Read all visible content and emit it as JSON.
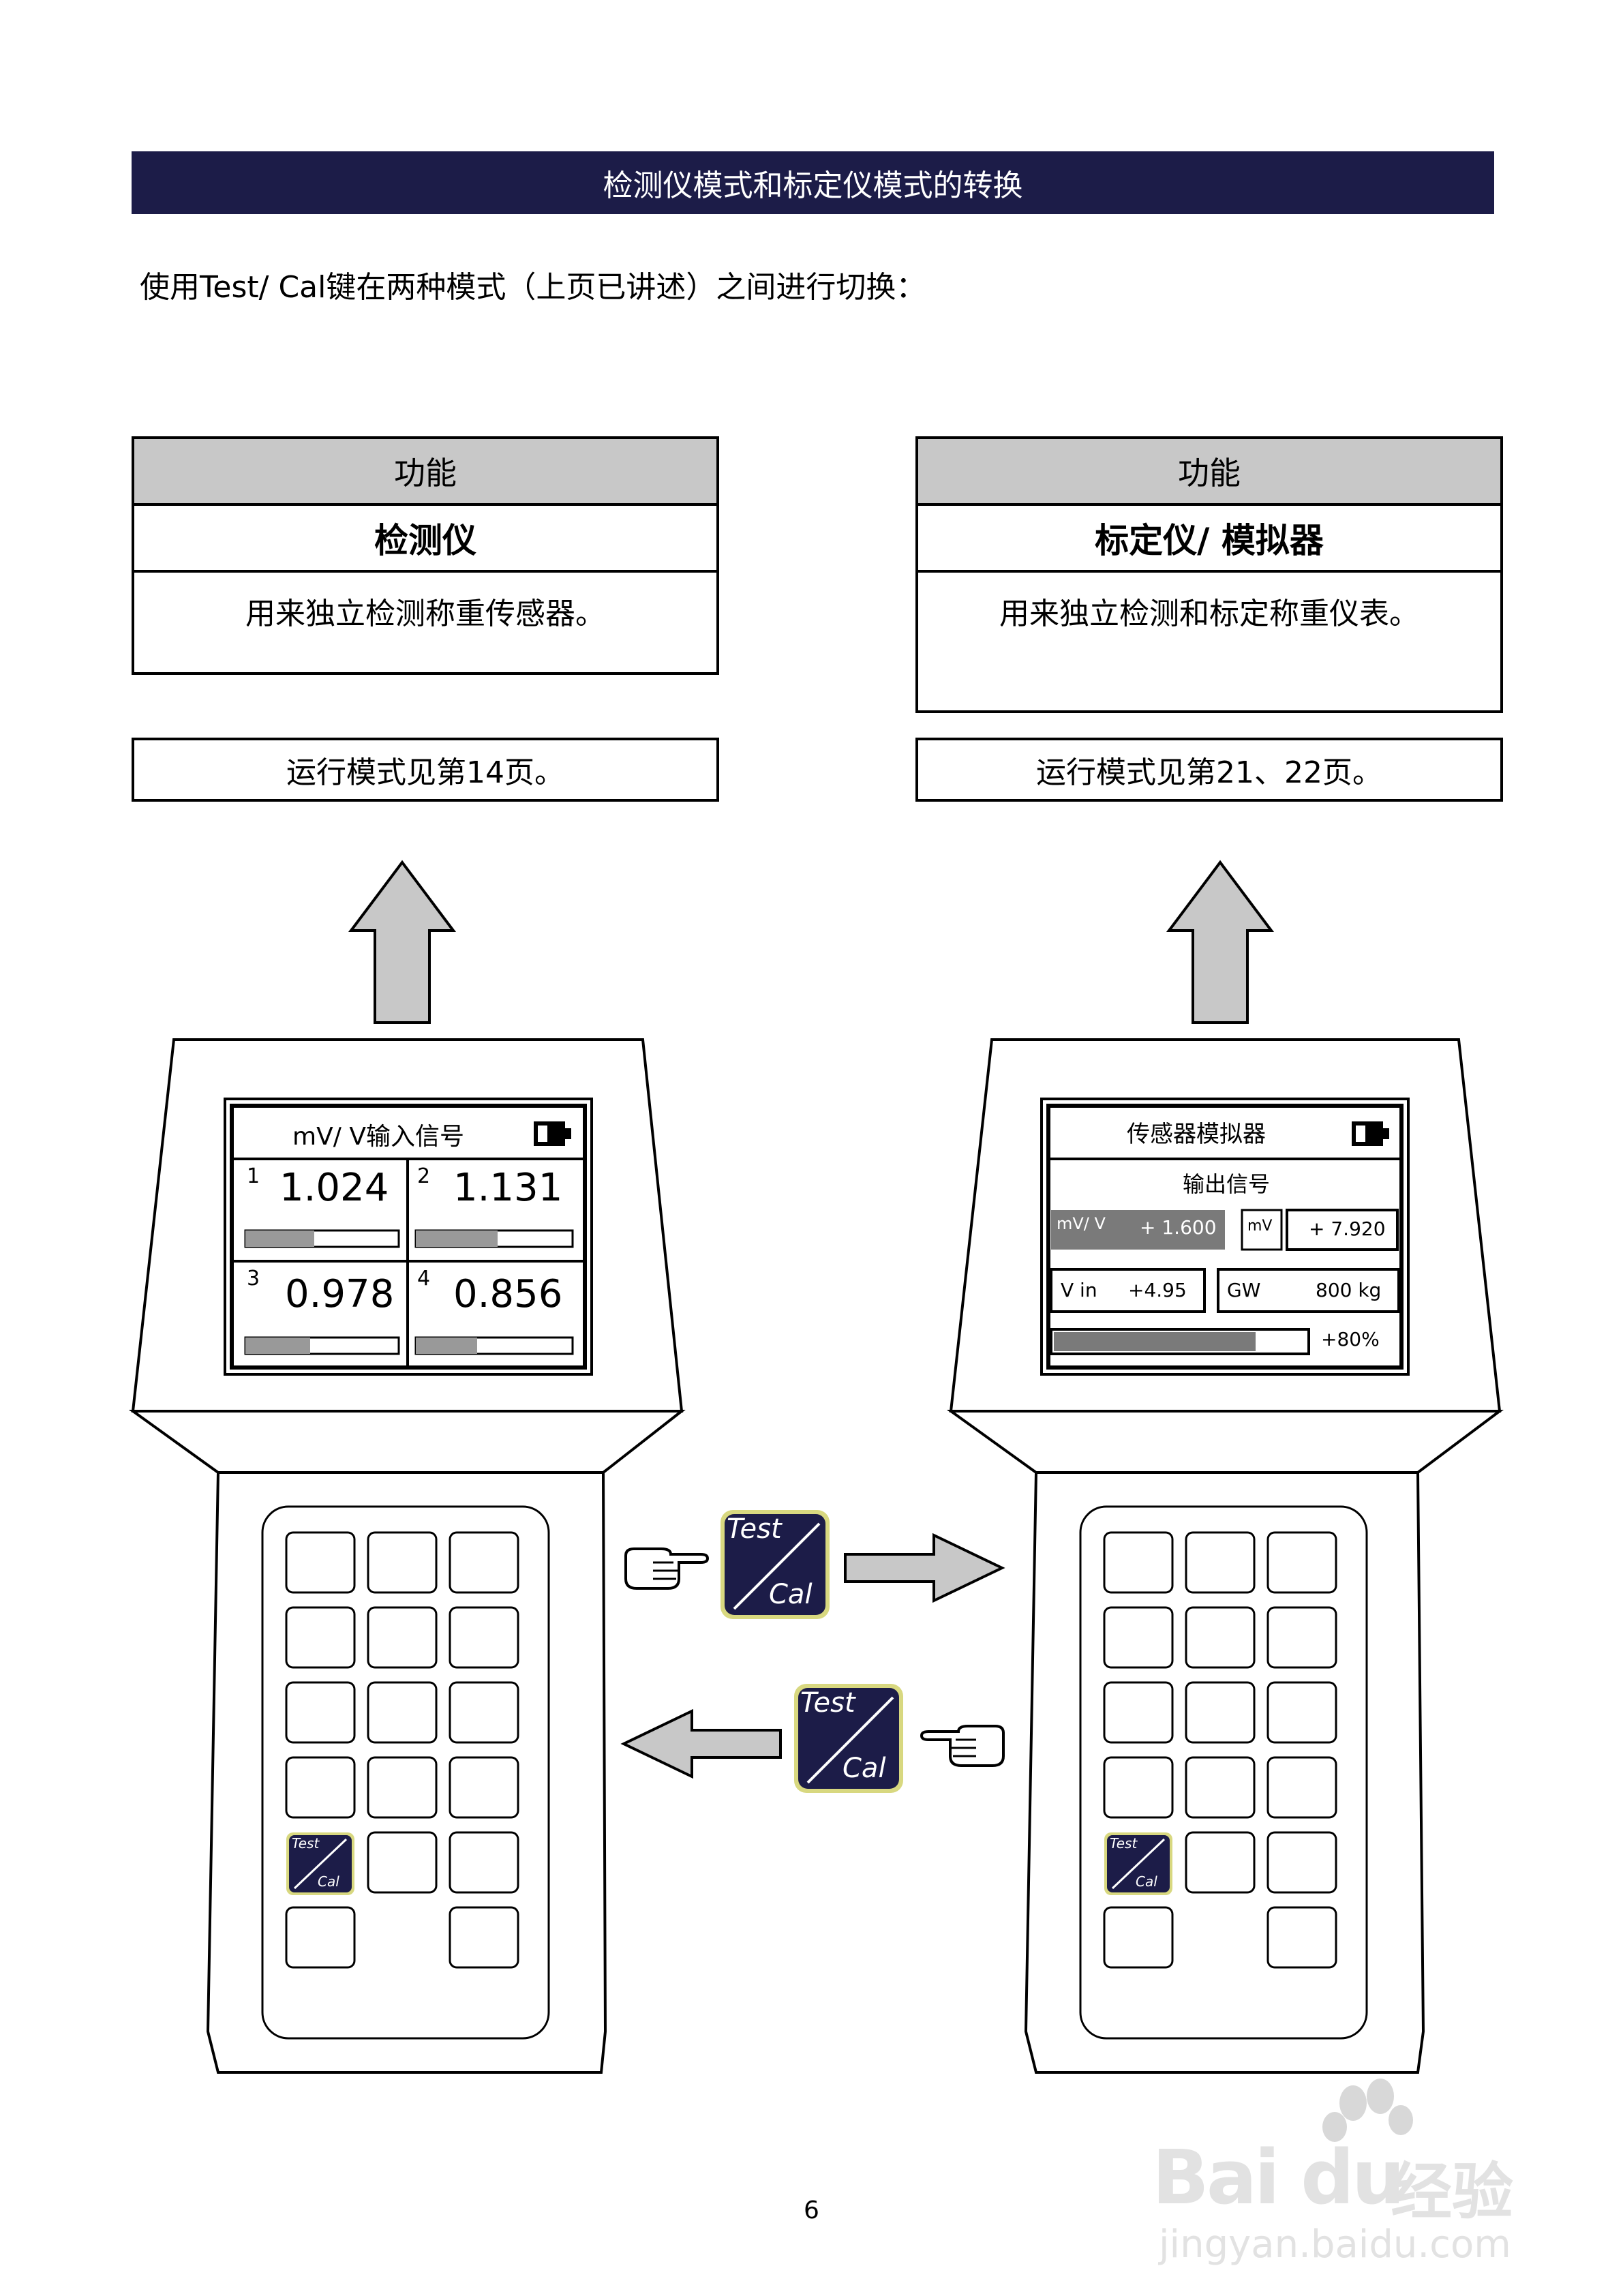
{
  "header": {
    "title": "检测仪模式和标定仪模式的转换"
  },
  "intro": "使用Test/ Cal键在两种模式（上页已讲述）之间进行切换：",
  "left_box": {
    "head": "功能",
    "title": "检测仪",
    "desc": "用来独立检测称重传感器。",
    "mode_ref": "运行模式见第14页。"
  },
  "right_box": {
    "head": "功能",
    "title": "标定仪/ 模拟器",
    "desc": "用来独立检测和标定称重仪表。",
    "mode_ref": "运行模式见第21、22页。"
  },
  "left_screen": {
    "title": "mV/ V输入信号",
    "channels": [
      {
        "num": "1",
        "value": "1.024",
        "level": 0.45
      },
      {
        "num": "2",
        "value": "1.131",
        "level": 0.52
      },
      {
        "num": "3",
        "value": "0.978",
        "level": 0.42
      },
      {
        "num": "4",
        "value": "0.856",
        "level": 0.39
      }
    ]
  },
  "right_screen": {
    "title": "传感器模拟器",
    "subtitle": "输出信号",
    "mvv_label": "mV/ V",
    "mvv_value": "+ 1.600",
    "mv_label": "mV",
    "mv_value": "+ 7.920",
    "vin_label": "V in",
    "vin_value": "+4.95",
    "gw_label": "GW",
    "gw_value": "800 kg",
    "progress_pct": "+80%",
    "progress": 0.8
  },
  "key": {
    "top": "Test",
    "bottom": "Cal"
  },
  "page_number": "6",
  "watermark": {
    "brand": "Bai du",
    "brand_cn": "经验",
    "url": "jingyan.baidu.com"
  }
}
